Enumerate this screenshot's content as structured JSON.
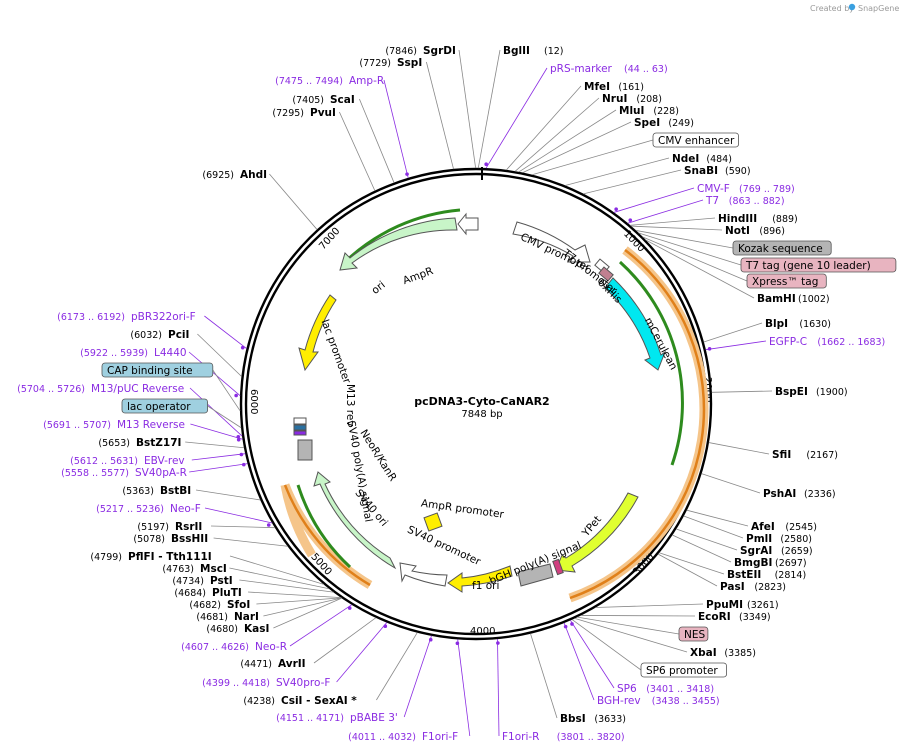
{
  "plasmid": {
    "name": "pcDNA3-Cyto-CaNAR2",
    "size_label": "7848 bp",
    "length": 7848
  },
  "credit": {
    "text": "Created by",
    "brand": "SnapGene"
  },
  "ring_ticks": [
    {
      "bp": 1000,
      "label": "1000"
    },
    {
      "bp": 2000,
      "label": "2000"
    },
    {
      "bp": 3000,
      "label": "3000"
    },
    {
      "bp": 4000,
      "label": "4000"
    },
    {
      "bp": 5000,
      "label": "5000"
    },
    {
      "bp": 6000,
      "label": "6000"
    },
    {
      "bp": 7000,
      "label": "7000"
    }
  ],
  "sites": [
    {
      "name": "SgrDI",
      "pos": "(7846)",
      "bp": 7846
    },
    {
      "name": "SspI",
      "pos": "(7729)",
      "bp": 7729
    },
    {
      "name": "BglII",
      "pos": "(12)",
      "bp": 12
    },
    {
      "name": "MfeI",
      "pos": "(161)",
      "bp": 161
    },
    {
      "name": "NruI",
      "pos": "(208)",
      "bp": 208
    },
    {
      "name": "MluI",
      "pos": "(228)",
      "bp": 228
    },
    {
      "name": "SpeI",
      "pos": "(249)",
      "bp": 249
    },
    {
      "name": "NdeI",
      "pos": "(484)",
      "bp": 484
    },
    {
      "name": "SnaBI",
      "pos": "(590)",
      "bp": 590
    },
    {
      "name": "HindIII",
      "pos": "(889)",
      "bp": 889
    },
    {
      "name": "NotI",
      "pos": "(896)",
      "bp": 896
    },
    {
      "name": "BamHI",
      "pos": "(1002)",
      "bp": 1002
    },
    {
      "name": "BlpI",
      "pos": "(1630)",
      "bp": 1630
    },
    {
      "name": "BspEI",
      "pos": "(1900)",
      "bp": 1900
    },
    {
      "name": "SfiI",
      "pos": "(2167)",
      "bp": 2167
    },
    {
      "name": "PshAI",
      "pos": "(2336)",
      "bp": 2336
    },
    {
      "name": "AfeI",
      "pos": "(2545)",
      "bp": 2545
    },
    {
      "name": "PmlI",
      "pos": "(2580)",
      "bp": 2580
    },
    {
      "name": "SgrAI",
      "pos": "(2659)",
      "bp": 2659
    },
    {
      "name": "BmgBI",
      "pos": "(2697)",
      "bp": 2697
    },
    {
      "name": "BstEII",
      "pos": "(2814)",
      "bp": 2814
    },
    {
      "name": "PasI",
      "pos": "(2823)",
      "bp": 2823
    },
    {
      "name": "PpuMI",
      "pos": "(3261)",
      "bp": 3261
    },
    {
      "name": "EcoRI",
      "pos": "(3349)",
      "bp": 3349
    },
    {
      "name": "XbaI",
      "pos": "(3385)",
      "bp": 3385
    },
    {
      "name": "BbsI",
      "pos": "(3633)",
      "bp": 3633
    },
    {
      "name": "CsiI - SexAI *",
      "pos": "(4238)",
      "bp": 4238
    },
    {
      "name": "AvrII",
      "pos": "(4471)",
      "bp": 4471
    },
    {
      "name": "KasI",
      "pos": "(4680)",
      "bp": 4680
    },
    {
      "name": "NarI",
      "pos": "(4681)",
      "bp": 4681
    },
    {
      "name": "SfoI",
      "pos": "(4682)",
      "bp": 4682
    },
    {
      "name": "PluTI",
      "pos": "(4684)",
      "bp": 4684
    },
    {
      "name": "PstI",
      "pos": "(4734)",
      "bp": 4734
    },
    {
      "name": "MscI",
      "pos": "(4763)",
      "bp": 4763
    },
    {
      "name": "PflFI - Tth111I",
      "pos": "(4799)",
      "bp": 4799
    },
    {
      "name": "BssHII",
      "pos": "(5078)",
      "bp": 5078
    },
    {
      "name": "RsrII",
      "pos": "(5197)",
      "bp": 5197
    },
    {
      "name": "BstBI",
      "pos": "(5363)",
      "bp": 5363
    },
    {
      "name": "BstZ17I",
      "pos": "(5653)",
      "bp": 5653
    },
    {
      "name": "PciI",
      "pos": "(6032)",
      "bp": 6032
    },
    {
      "name": "AhdI",
      "pos": "(6925)",
      "bp": 6925
    },
    {
      "name": "PvuI",
      "pos": "(7295)",
      "bp": 7295
    },
    {
      "name": "ScaI",
      "pos": "(7405)",
      "bp": 7405
    }
  ],
  "primers": [
    {
      "name": "Amp-R",
      "range": "(7475 .. 7494)",
      "bp": 7484
    },
    {
      "name": "pRS-marker",
      "range": "(44 .. 63)",
      "bp": 53
    },
    {
      "name": "CMV-F",
      "range": "(769 .. 789)",
      "bp": 779
    },
    {
      "name": "T7",
      "range": "(863 .. 882)",
      "bp": 872
    },
    {
      "name": "EGFP-C",
      "range": "(1662 .. 1683)",
      "bp": 1672
    },
    {
      "name": "SP6",
      "range": "(3401 .. 3418)",
      "bp": 3410
    },
    {
      "name": "BGH-rev",
      "range": "(3438 .. 3455)",
      "bp": 3446
    },
    {
      "name": "F1ori-R",
      "range": "(3801 .. 3820)",
      "bp": 3810
    },
    {
      "name": "F1ori-F",
      "range": "(4011 .. 4032)",
      "bp": 4021
    },
    {
      "name": "pBABE 3'",
      "range": "(4151 .. 4171)",
      "bp": 4161
    },
    {
      "name": "SV40pro-F",
      "range": "(4399 .. 4418)",
      "bp": 4408
    },
    {
      "name": "Neo-R",
      "range": "(4607 .. 4626)",
      "bp": 4616
    },
    {
      "name": "Neo-F",
      "range": "(5217 .. 5236)",
      "bp": 5226
    },
    {
      "name": "SV40pA-R",
      "range": "(5558 .. 5577)",
      "bp": 5567
    },
    {
      "name": "EBV-rev",
      "range": "(5612 .. 5631)",
      "bp": 5621
    },
    {
      "name": "M13 Reverse",
      "range": "(5691 .. 5707)",
      "bp": 5699
    },
    {
      "name": "M13/pUC Reverse",
      "range": "(5704 .. 5726)",
      "bp": 5715
    },
    {
      "name": "L4440",
      "range": "(5922 .. 5939)",
      "bp": 5930
    },
    {
      "name": "pBR322ori-F",
      "range": "(6173 .. 6192)",
      "bp": 6182
    }
  ],
  "boxed_features": [
    {
      "name": "CMV enhancer",
      "color": "#ffffff",
      "bp": 300
    },
    {
      "name": "Kozak sequence",
      "color": "#b4b4b4",
      "bp": 930
    },
    {
      "name": "T7 tag (gene 10 leader)",
      "color": "#e8b4c0",
      "bp": 950
    },
    {
      "name": "Xpress™ tag",
      "color": "#e8b4c0",
      "bp": 980
    },
    {
      "name": "NES",
      "color": "#e8b4c0",
      "bp": 3370
    },
    {
      "name": "SP6 promoter",
      "color": "#ffffff",
      "bp": 3400
    },
    {
      "name": "CAP binding site",
      "color": "#9fd0e0",
      "bp": 5850
    },
    {
      "name": "lac operator",
      "color": "#9fd0e0",
      "bp": 5760
    }
  ],
  "inner_labels": [
    {
      "text": "CMV promoter"
    },
    {
      "text": "T7 promoter"
    },
    {
      "text": "6xHis"
    },
    {
      "text": "mCerulean"
    },
    {
      "text": "YPet"
    },
    {
      "text": "bGH poly(A) signal"
    },
    {
      "text": "f1 ori"
    },
    {
      "text": "SV40 promoter"
    },
    {
      "text": "SV40 ori"
    },
    {
      "text": "NeoR/KanR"
    },
    {
      "text": "SV40 poly(A) signal"
    },
    {
      "text": "M13 rev"
    },
    {
      "text": "lac promoter"
    },
    {
      "text": "ori"
    },
    {
      "text": "AmpR"
    },
    {
      "text": "AmpR promoter"
    }
  ],
  "colors": {
    "backbone": "#000000",
    "primer": "#8a2be2",
    "orf_green": "#2e8b1e",
    "orf_orange": "#e0801a",
    "ampr": "#c8f5c8",
    "ori": "#ffee00",
    "cerulean": "#00e8f0",
    "ypet": "#e0ff30"
  }
}
